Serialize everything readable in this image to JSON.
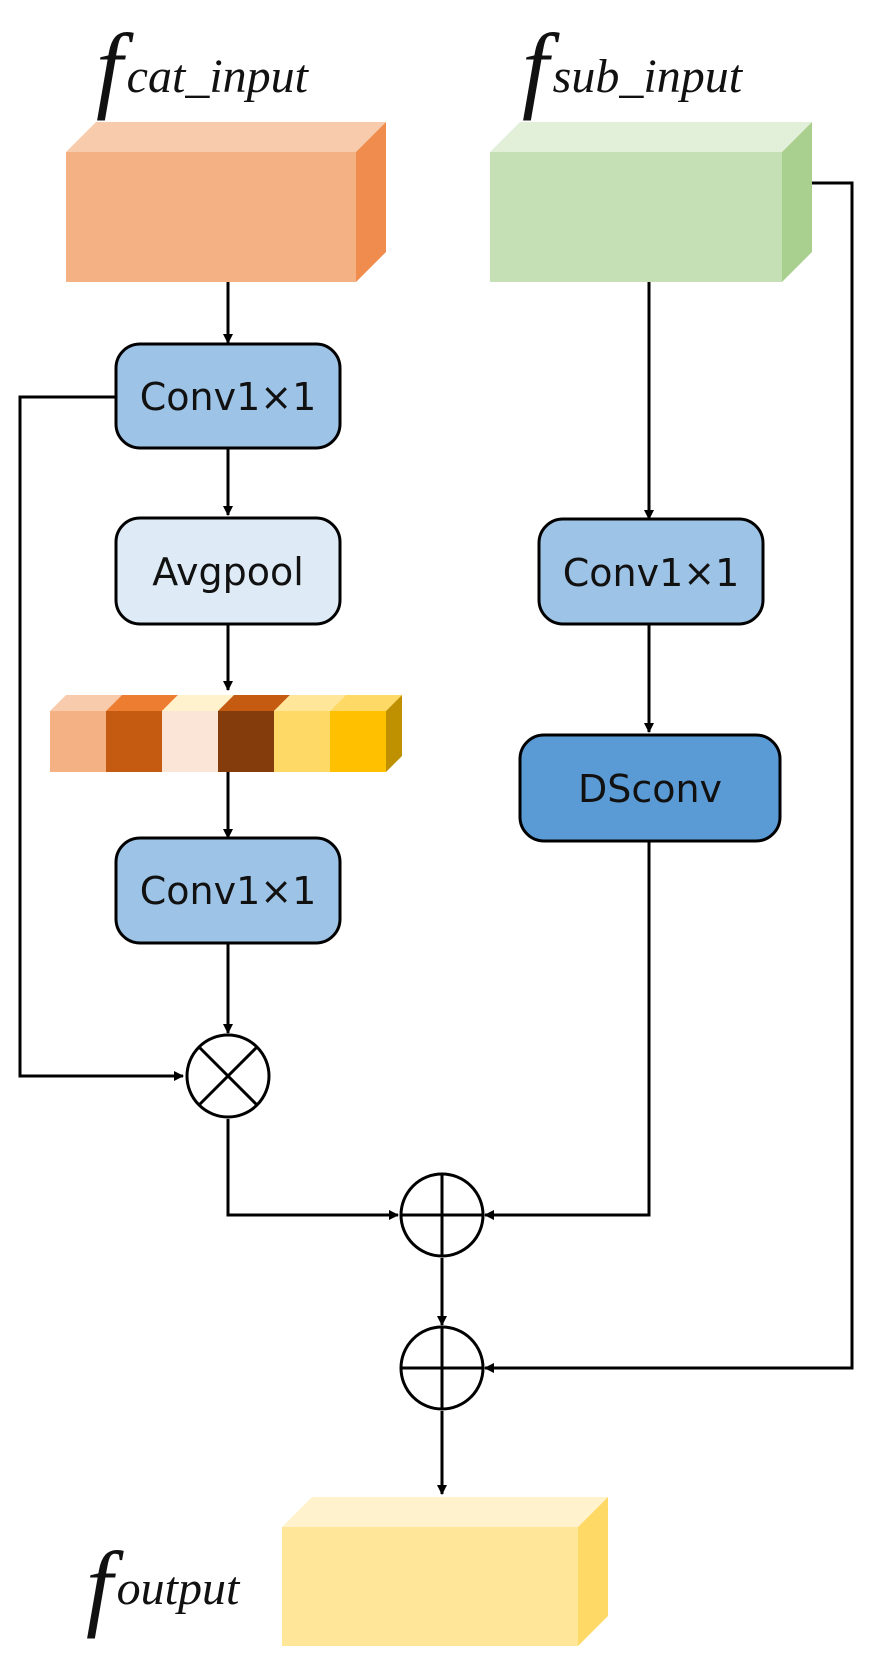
{
  "labels": {
    "cat_input_main": "f",
    "cat_input_sub": "cat_input",
    "sub_input_main": "f",
    "sub_input_sub": "sub_input",
    "output_main": "f",
    "output_sub": "output"
  },
  "nodes": {
    "left_conv_top": "Conv1×1",
    "avgpool": "Avgpool",
    "left_conv_bottom": "Conv1×1",
    "right_conv": "Conv1×1",
    "dsconv": "DSconv"
  },
  "icons": {
    "multiply": "multiply-icon",
    "add": "add-icon"
  },
  "colors": {
    "cat_input": "#F4B183",
    "sub_input": "#C5E0B4",
    "output": "#FFE699",
    "conv": "#9DC3E6",
    "avgpool": "#DEEBF7",
    "dsconv": "#5B9BD5",
    "vector": [
      "#F4B183",
      "#C55A11",
      "#FBE5D6",
      "#843C0C",
      "#FFD966",
      "#FFC000"
    ]
  }
}
